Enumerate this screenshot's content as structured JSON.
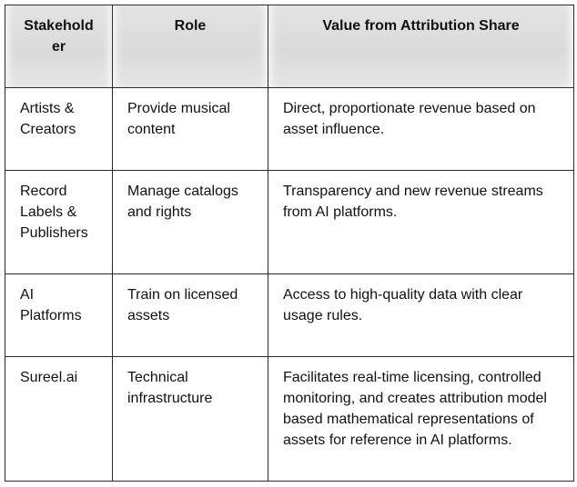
{
  "table": {
    "headers": [
      "Stakehold er",
      "Role",
      "Value from Attribution Share"
    ],
    "rows": [
      {
        "stakeholder": "Artists & Creators",
        "role": "Provide musical content",
        "value": "Direct, proportionate revenue based on asset influence."
      },
      {
        "stakeholder": "Record Labels & Publishers",
        "role": "Manage catalogs and rights",
        "value": "Transparency and new revenue streams from AI platforms."
      },
      {
        "stakeholder": "AI Platforms",
        "role": "Train on licensed assets",
        "value": "Access to high-quality data with clear usage rules."
      },
      {
        "stakeholder": "Sureel.ai",
        "role": "Technical infrastructure",
        "value": "Facilitates real-time licensing, controlled monitoring, and creates attribution model based mathematical representations of assets for reference in AI platforms."
      }
    ]
  }
}
